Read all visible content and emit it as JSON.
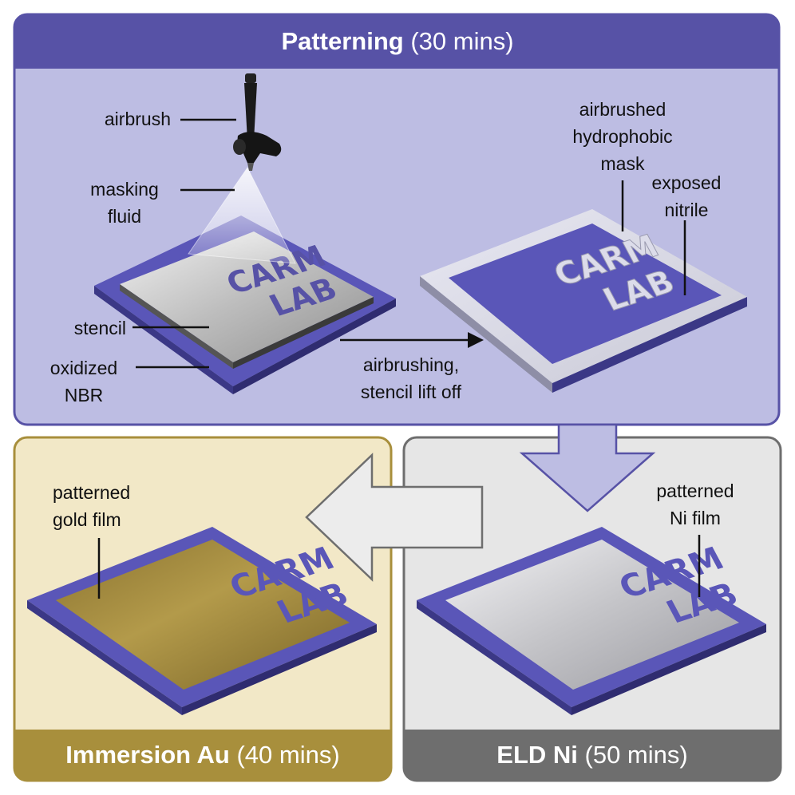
{
  "patterning": {
    "title_bold": "Patterning",
    "title_rest": "(30 mins)",
    "labels": {
      "airbrush": "airbrush",
      "masking_fluid": [
        "masking",
        "fluid"
      ],
      "stencil": "stencil",
      "oxidized_nbr": [
        "oxidized",
        "NBR"
      ],
      "mask": [
        "airbrushed",
        "hydrophobic",
        "mask"
      ],
      "nitrile": [
        "exposed",
        "nitrile"
      ],
      "step": [
        "airbrushing,",
        "stencil lift off"
      ]
    }
  },
  "immersion": {
    "title_bold": "Immersion Au",
    "title_rest": "(40 mins)",
    "label": [
      "patterned",
      "gold film"
    ]
  },
  "eld": {
    "title_bold": "ELD Ni",
    "title_rest": "(50 mins)",
    "label": [
      "patterned",
      "Ni film"
    ]
  },
  "sample_text": [
    "CARM",
    "LAB"
  ],
  "colors": {
    "patterning_header": "#5752a6",
    "patterning_bg": "#bdbde3",
    "immersion_header": "#a88f3c",
    "immersion_bg": "#f2e8c7",
    "eld_header": "#6e6e6e",
    "eld_bg": "#e6e6e6",
    "nbr": "#5a56b8",
    "gold": "#a08a3c",
    "nickel": "#c8c8cc"
  }
}
